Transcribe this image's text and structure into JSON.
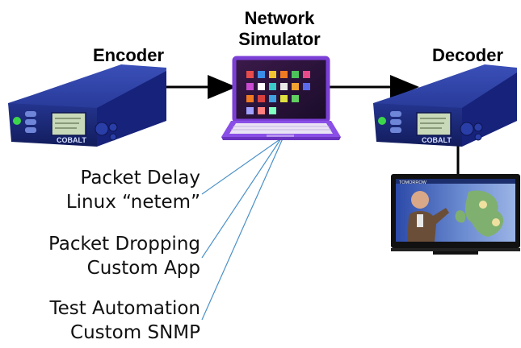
{
  "encoder": {
    "title": "Encoder",
    "device_text": "COBALT"
  },
  "simulator": {
    "title_line1": "Network",
    "title_line2": "Simulator"
  },
  "decoder": {
    "title": "Decoder",
    "device_text": "COBALT"
  },
  "tv": {
    "banner": "TOMORROW"
  },
  "notes": [
    {
      "line1": "Packet Delay",
      "line2": "Linux “netem”"
    },
    {
      "line1": "Packet Dropping",
      "line2": "Custom App"
    },
    {
      "line1": "Test Automation",
      "line2": "Custom SNMP"
    }
  ],
  "colors": {
    "device_blue": "#1e2f8c",
    "laptop_purple": "#7b3fd6",
    "callout_line": "#4a90c8",
    "arrow": "#000000"
  }
}
